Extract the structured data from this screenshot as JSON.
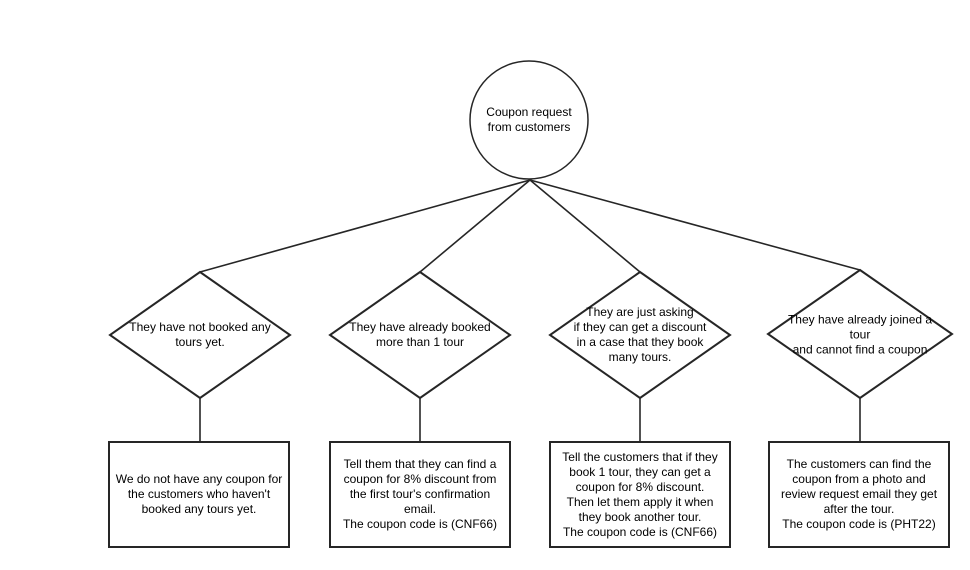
{
  "diagram": {
    "start": {
      "shape": "circle",
      "label": "Coupon request\nfrom customers"
    },
    "conditions": [
      {
        "shape": "diamond",
        "label": "They have not booked any\ntours yet."
      },
      {
        "shape": "diamond",
        "label": "They have already booked\nmore than 1 tour"
      },
      {
        "shape": "diamond",
        "label": "They are just asking\nif they can get a discount\nin a case that they book\nmany tours."
      },
      {
        "shape": "diamond",
        "label": "They have already joined a\ntour\nand cannot find a coupon"
      }
    ],
    "actions": [
      {
        "shape": "rectangle",
        "label": "We do not have any coupon for\nthe customers who haven't\nbooked any tours yet."
      },
      {
        "shape": "rectangle",
        "label": "Tell them that they can find a\ncoupon for 8% discount from\nthe first tour's confirmation\nemail.\nThe coupon code is (CNF66)"
      },
      {
        "shape": "rectangle",
        "label": "Tell the customers that if they\nbook 1 tour, they can get a\ncoupon for 8% discount.\nThen let them apply it when\nthey book another tour.\nThe coupon code is (CNF66)"
      },
      {
        "shape": "rectangle",
        "label": "The customers can find the\ncoupon from a photo and\nreview request email they get\nafter the tour.\nThe coupon code is (PHT22)"
      }
    ],
    "colors": {
      "stroke": "#262626",
      "text": "#000000",
      "background": "#ffffff"
    }
  }
}
